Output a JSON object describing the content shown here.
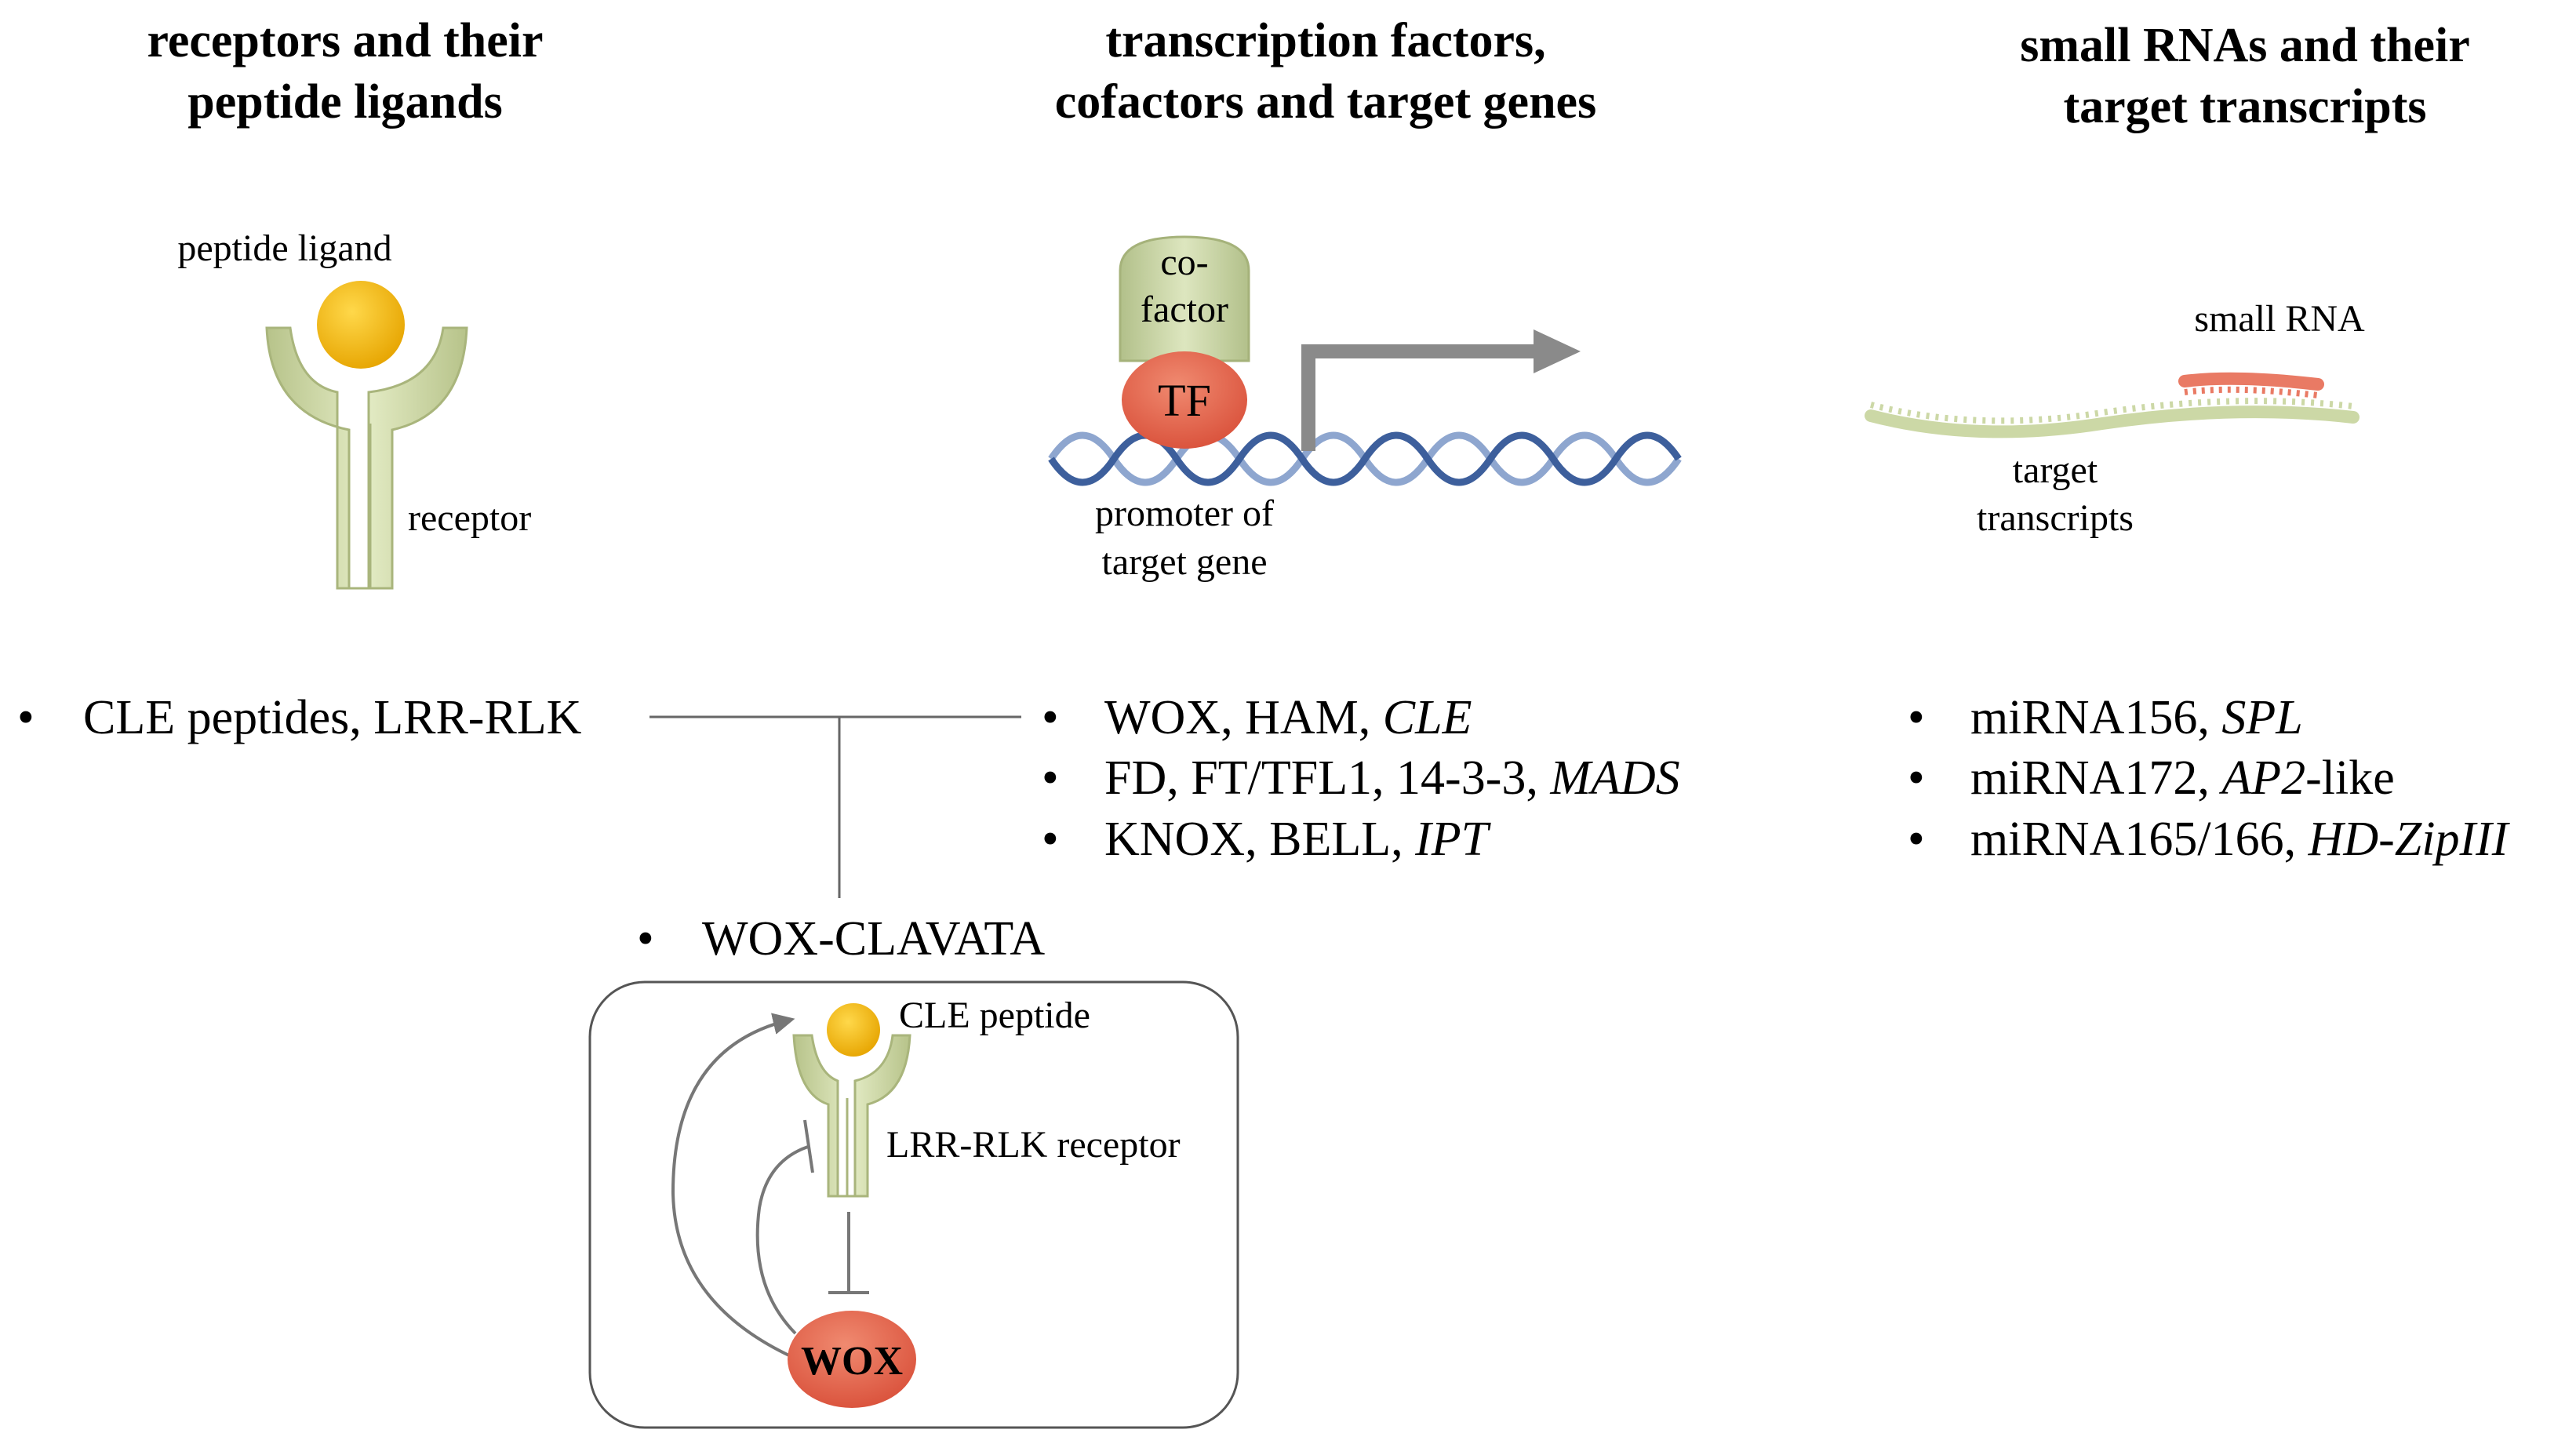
{
  "columns": {
    "receptors": {
      "heading_line1": "receptors and their",
      "heading_line2": "peptide ligands",
      "peptide_label": "peptide ligand",
      "receptor_label": "receptor",
      "items": [
        {
          "plain": "CLE peptides, LRR-RLK",
          "italic": "",
          "suffix": ""
        }
      ]
    },
    "transcription": {
      "heading_line1": "transcription factors,",
      "heading_line2": "cofactors and target genes",
      "cofactor_line1": "co-",
      "cofactor_line2": "factor",
      "tf_label": "TF",
      "promoter_line1": "promoter of",
      "promoter_line2": "target gene",
      "items": [
        {
          "plain": "WOX, HAM, ",
          "italic": "CLE",
          "suffix": ""
        },
        {
          "plain": "FD, FT/TFL1, 14-3-3, ",
          "italic": "MADS",
          "suffix": ""
        },
        {
          "plain": "KNOX, BELL, ",
          "italic": "IPT",
          "suffix": ""
        }
      ]
    },
    "small_rna": {
      "heading_line1": "small RNAs and their",
      "heading_line2": "target transcripts",
      "small_rna_label": "small RNA",
      "target_line1": "target",
      "target_line2": "transcripts",
      "items": [
        {
          "plain": "miRNA156, ",
          "italic": "SPL",
          "suffix": ""
        },
        {
          "plain": "miRNA172, ",
          "italic": "AP2",
          "suffix": "-like"
        },
        {
          "plain": "miRNA165/166, ",
          "italic": "HD-ZipIII",
          "suffix": ""
        }
      ]
    }
  },
  "wox_clavata": {
    "title": "WOX-CLAVATA",
    "cle_peptide_label": "CLE peptide",
    "receptor_label": "LRR-RLK receptor",
    "wox_label": "WOX"
  },
  "bullet_char": "•",
  "colors": {
    "receptor_fill": "#cfd8a8",
    "receptor_stroke": "#a9b57c",
    "ligand": "#f5b800",
    "tf_red": "#e8654a",
    "cofactor": "#c7d4a0",
    "dna_dark": "#3d5f9c",
    "dna_light": "#8ea6cf",
    "arrow_gray": "#8a8a8a",
    "rna_strand": "#ccd8a6",
    "small_rna": "#e97a64",
    "line_gray": "#666666"
  }
}
